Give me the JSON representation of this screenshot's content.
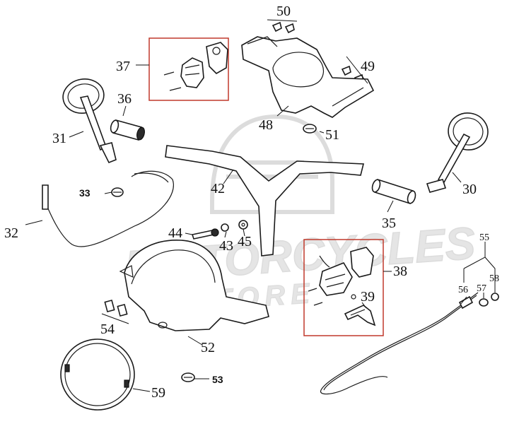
{
  "labels": {
    "p30": "30",
    "p31": "31",
    "p32": "32",
    "p33": "33",
    "p35": "35",
    "p36": "36",
    "p37": "37",
    "p38": "38",
    "p39": "39",
    "p42": "42",
    "p43": "43",
    "p44": "44",
    "p45": "45",
    "p48": "48",
    "p49": "49",
    "p50": "50",
    "p51": "51",
    "p52": "52",
    "p53": "53",
    "p54": "54",
    "p55": "55",
    "p56": "56",
    "p57": "57",
    "p58": "58",
    "p59": "59"
  },
  "watermark": {
    "line1": "MOTORCYCLES",
    "line2": "STORE"
  },
  "colors": {
    "line": "#1a1a1a",
    "highlight_box": "#c0392b",
    "watermark": "#bdbdbd"
  }
}
